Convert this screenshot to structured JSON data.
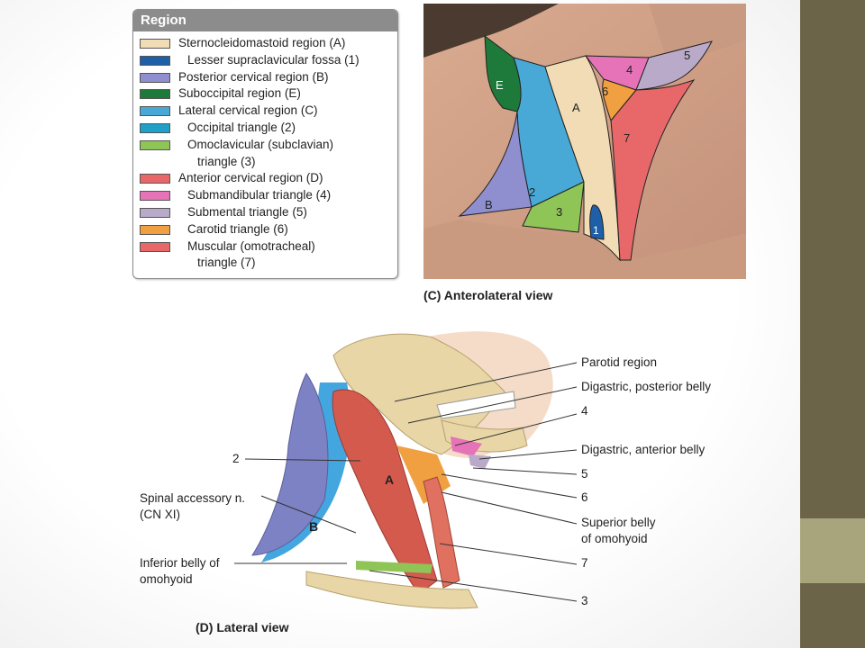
{
  "legend": {
    "title": "Region",
    "items": [
      {
        "label": "Sternocleidomastoid region (A)",
        "color": "#f2dcb5",
        "indent": false
      },
      {
        "label": "Lesser supraclavicular fossa (1)",
        "color": "#1f5fa8",
        "indent": true
      },
      {
        "label": "Posterior cervical region (B)",
        "color": "#8f8fd0",
        "indent": false
      },
      {
        "label": "Suboccipital region (E)",
        "color": "#1e7a3a",
        "indent": false
      },
      {
        "label": "Lateral cervical region (C)",
        "color": "#49a9d6",
        "indent": false
      },
      {
        "label": "Occipital triangle (2)",
        "color": "#1fa0c8",
        "indent": true
      },
      {
        "label": "Omoclavicular (subclavian)",
        "label2": "triangle (3)",
        "color": "#8fc456",
        "indent": true
      },
      {
        "label": "Anterior cervical region (D)",
        "color": "#e8686a",
        "indent": false
      },
      {
        "label": "Submandibular triangle (4)",
        "color": "#e673b8",
        "indent": true
      },
      {
        "label": "Submental triangle (5)",
        "color": "#b8aac8",
        "indent": true
      },
      {
        "label": "Carotid triangle (6)",
        "color": "#f0a040",
        "indent": true
      },
      {
        "label": "Muscular (omotracheal)",
        "label2": "triangle (7)",
        "color": "#e8686a",
        "indent": true
      }
    ]
  },
  "anterolateral": {
    "caption": "(C) Anterolateral view",
    "labels": {
      "E": "E",
      "A": "A",
      "B": "B",
      "n1": "1",
      "n2": "2",
      "n3": "3",
      "n4": "4",
      "n5": "5",
      "n6": "6",
      "n7": "7"
    }
  },
  "lateral": {
    "caption": "(D) Lateral view",
    "region_A": "A",
    "region_B": "B",
    "annotations": {
      "parotid": "Parotid region",
      "digastric_post": "Digastric, posterior belly",
      "n4": "4",
      "digastric_ant": "Digastric, anterior belly",
      "n5": "5",
      "n6": "6",
      "sup_omohyoid_1": "Superior belly",
      "sup_omohyoid_2": "of omohyoid",
      "n7": "7",
      "n3": "3",
      "n2": "2",
      "spinal_1": "Spinal accessory n.",
      "spinal_2": "(CN XI)",
      "inf_omohyoid_1": "Inferior belly of",
      "inf_omohyoid_2": "omohyoid"
    }
  }
}
